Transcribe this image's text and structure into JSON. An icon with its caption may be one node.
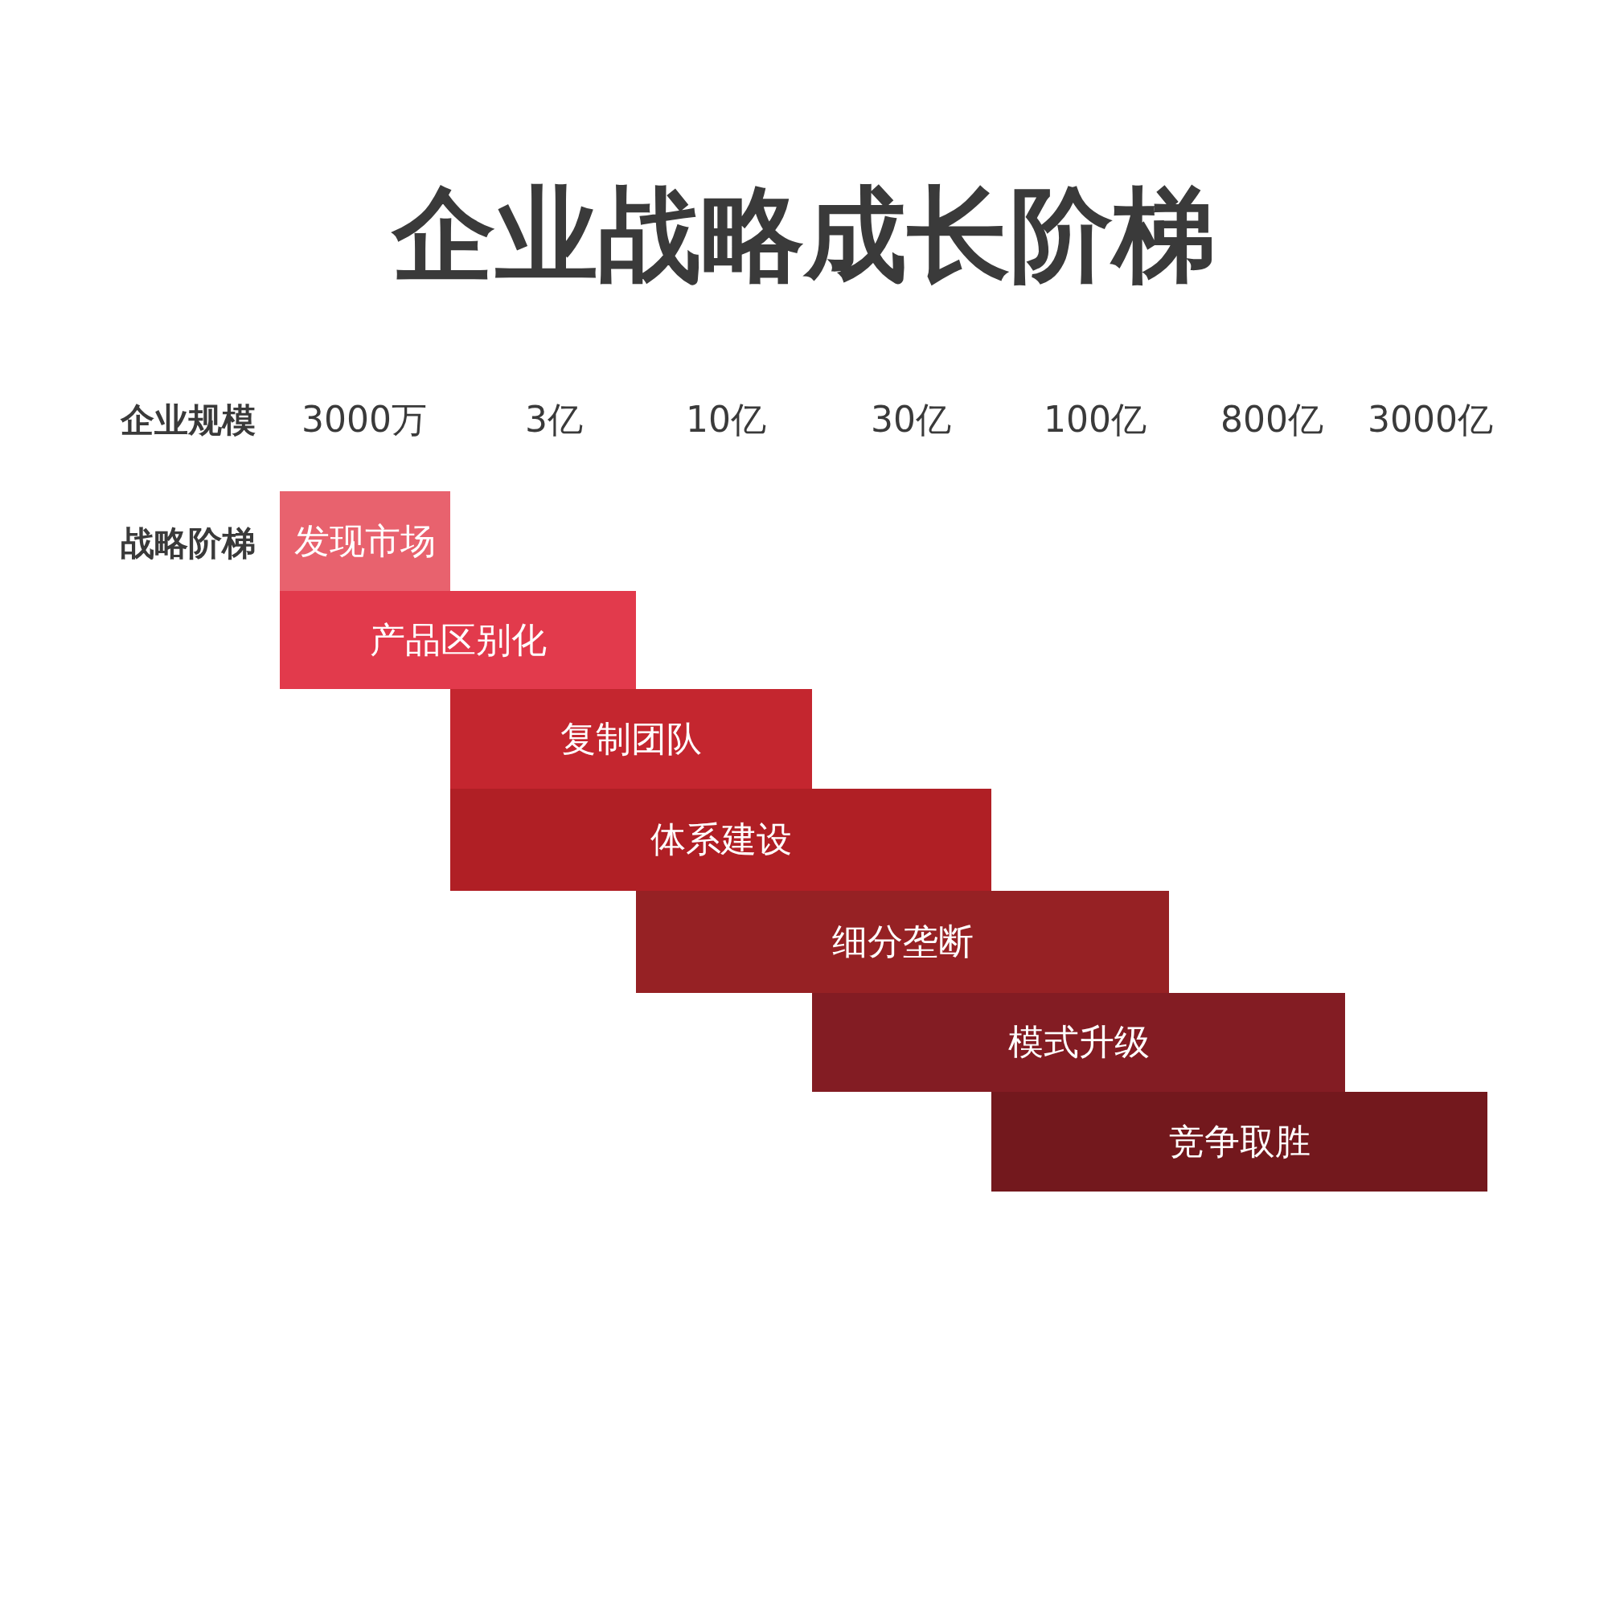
{
  "diagram": {
    "title": "企业战略成长阶梯",
    "nodes": [
      {
        "text": [
          "发现市场"
        ]
      },
      {
        "text": [
          "产品区别化"
        ]
      },
      {
        "text": [
          "复制团队"
        ]
      },
      {
        "text": [
          "体系建设"
        ]
      },
      {
        "text": [
          "细分垄断"
        ]
      },
      {
        "text": [
          "模式升级"
        ]
      },
      {
        "text": [
          "竞争取胜"
        ]
      }
    ],
    "labels": [
      "企业规模",
      "3000万",
      "3亿",
      "10亿",
      "30亿",
      "100亿",
      "800亿",
      "3000亿",
      "战略阶梯"
    ]
  }
}
